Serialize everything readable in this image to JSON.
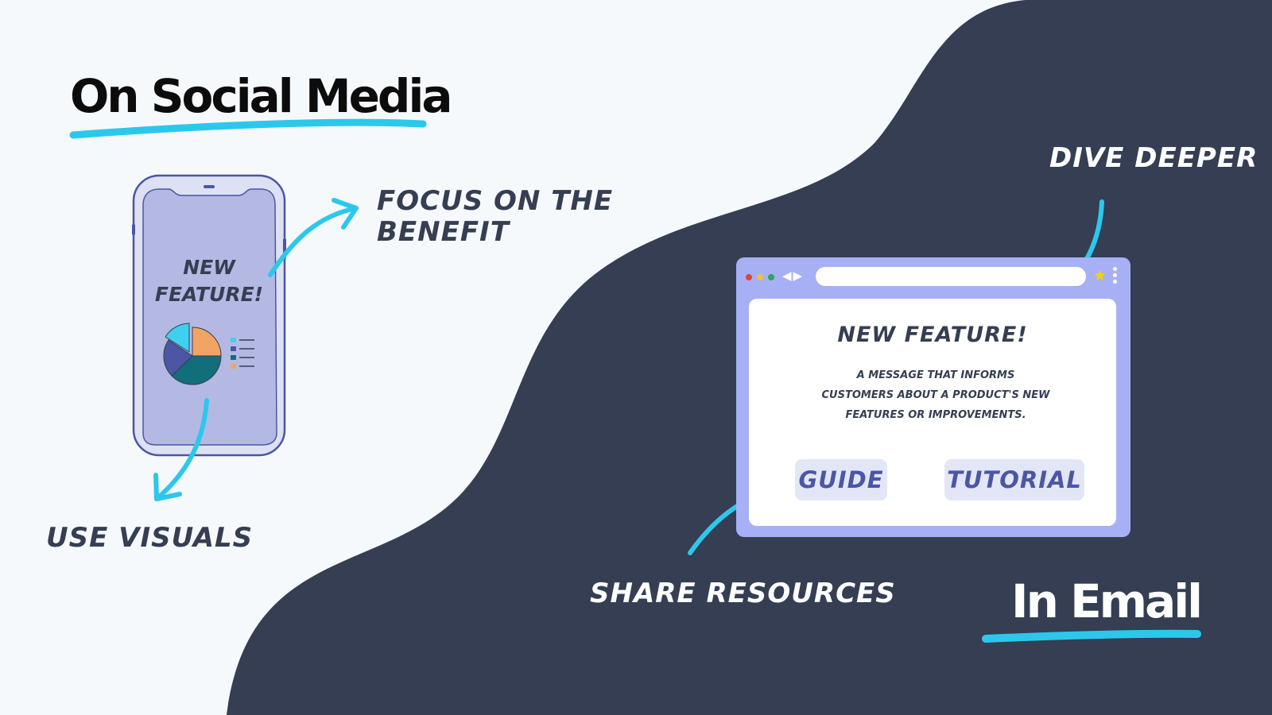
{
  "social": {
    "title": "On Social Media",
    "focus_note": "FOCUS ON THE BENEFIT",
    "visuals_note": "USE VISUALS",
    "phone_text": "NEW FEATURE!"
  },
  "email": {
    "title": "In Email",
    "dive_note": "DIVE DEEPER",
    "share_note": "SHARE RESOURCES",
    "browser": {
      "heading": "NEW FEATURE!",
      "body": "A MESSAGE THAT INFORMS CUSTOMERS ABOUT A PRODUCT'S NEW FEATURES OR IMPROVEMENTS.",
      "guide_label": "GUIDE",
      "tutorial_label": "TUTORIAL"
    }
  },
  "colors": {
    "background_light": "#f6f9fb",
    "background_dark": "#353e52",
    "accent_cyan": "#2cc8ec",
    "browser_frame": "#a7b0f5",
    "phone_screen": "#b3b9e3"
  },
  "icons": [
    "pie-chart-icon",
    "legend-list-icon",
    "star-icon",
    "menu-dots-icon",
    "back-forward-icon"
  ]
}
